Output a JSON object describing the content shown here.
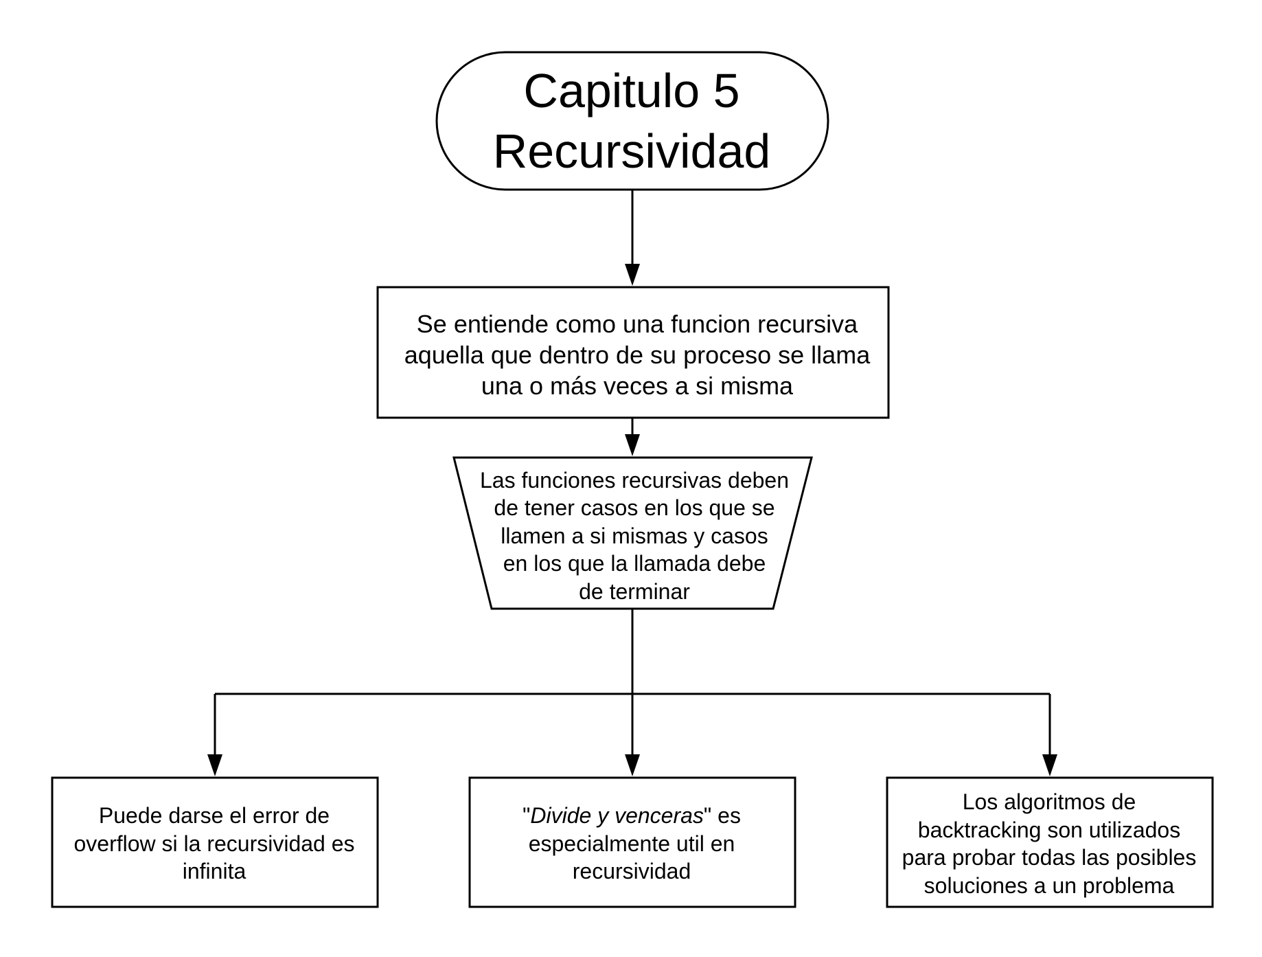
{
  "diagram": {
    "title": {
      "line1": "Capitulo 5",
      "line2": "Recursividad"
    },
    "definition": {
      "line1": "Se entiende como una funcion recursiva",
      "line2": "aquella que dentro de su proceso se llama",
      "line3": "una o más veces a si misma"
    },
    "cases": {
      "line1": "Las funciones recursivas deben",
      "line2": "de tener casos en los que se",
      "line3": "llamen a si mismas y casos",
      "line4": "en los que la llamada debe",
      "line5": "de terminar"
    },
    "overflow": {
      "line1": "Puede darse el error de",
      "line2": "overflow si la recursividad es",
      "line3": "infinita"
    },
    "divide": {
      "quote_open": "\"",
      "italic": "Divide y venceras",
      "quote_close": "\" es",
      "line2": "especialmente util en",
      "line3": "recursividad"
    },
    "backtracking": {
      "line1": "Los algoritmos de",
      "line2": "backtracking son utilizados",
      "line3": "para probar todas las posibles",
      "line4": "soluciones a un problema"
    }
  },
  "colors": {
    "stroke": "#000000",
    "background": "#ffffff",
    "text": "#000000"
  }
}
